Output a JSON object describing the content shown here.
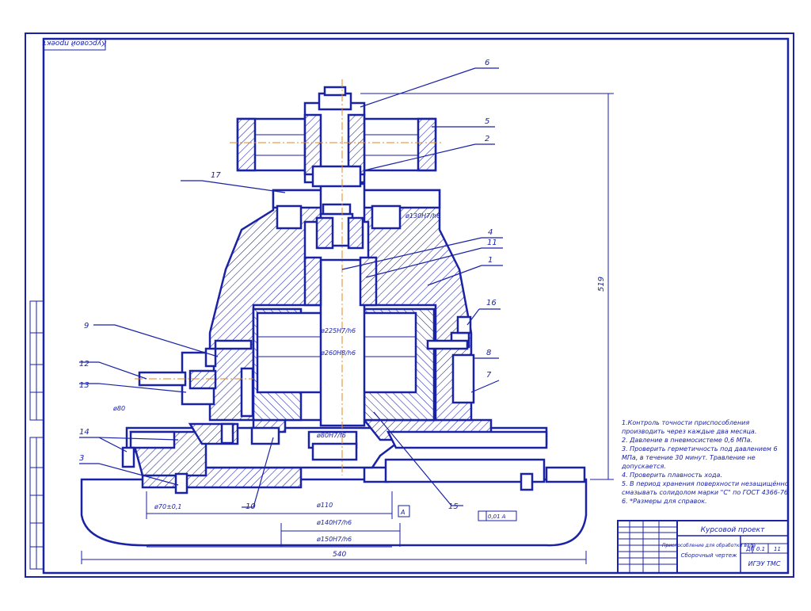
{
  "sheet": {
    "stamp_top": "Курсовой проект"
  },
  "callouts": [
    "6",
    "5",
    "2",
    "17",
    "4",
    "11",
    "1",
    "16",
    "9",
    "8",
    "12",
    "13",
    "7",
    "14",
    "3",
    "10",
    "15"
  ],
  "dimensions": {
    "d1": "ø130Н7/h6",
    "d2": "ø225Н7/h6",
    "d3": "ø260Н8/h6",
    "d4": "ø80Н7/f6",
    "d5": "ø110",
    "d6": "ø140Н7/h6",
    "d7": "ø150Н7/h6",
    "d8": "ø70±0,1",
    "d9": "ø80",
    "width": "540",
    "height": "519",
    "tol_a": "А",
    "tol_b": "0,01  А"
  },
  "notes": [
    "1.Контроль точности приспособления",
    "производить через каждые два месяца.",
    "2. Давление в пневмосистеме 0,6 МПа.",
    "3. Проверить герметичность под давлением 6",
    "МПа, в течение 30 минут. Травление не",
    "допускается.",
    "4. Проверить плавность хода.",
    "5. В период хранения поверхности незащищённо",
    "смазывать солидолом марки \"С\" по ГОСТ 4366-76",
    "6. *Размеры для справок."
  ],
  "title_block": {
    "project": "Курсовой проект",
    "name_line1": "Приспособление для обработки вала",
    "name_line2": "Сборочный чертеж",
    "sheet_label": "ДП",
    "sheet_no": "0.1",
    "sheets_total": "11",
    "org": "ИГЭУ ТМС"
  },
  "colors": {
    "ink": "#1a22a6",
    "axis": "#e08a1a",
    "paper": "#ffffff"
  }
}
